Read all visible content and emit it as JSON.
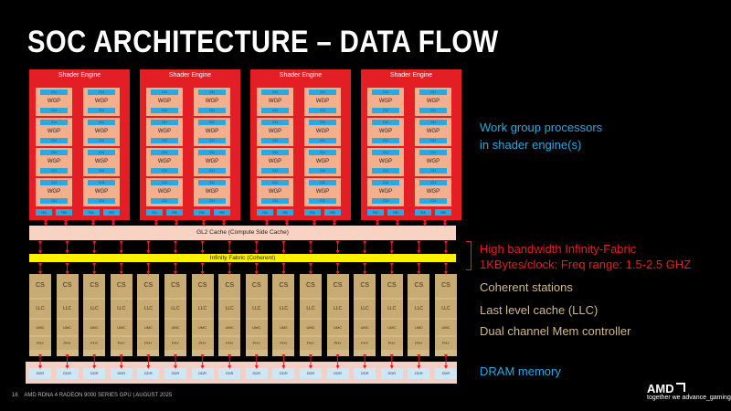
{
  "slide": {
    "title": "SOC ARCHITECTURE – DATA FLOW",
    "page_number": "16",
    "footer_text": "AMD RDNA 4 RADEON 9000 SERIES GPU | AUGUST 2025"
  },
  "brand": {
    "logo_text": "AMD",
    "tagline": "together we advance_gaming"
  },
  "shader_engines": [
    {
      "label": "Shader Engine"
    },
    {
      "label": "Shader Engine"
    },
    {
      "label": "Shader Engine"
    },
    {
      "label": "Shader Engine"
    }
  ],
  "blocks": {
    "cu_label": "CU",
    "wgp_label": "WGP",
    "ra_label": "RA",
    "rb_label": "RB",
    "gl2": "GL2 Cache (Compute Side Cache)",
    "fabric": "Infinity Fabric (Coherent)",
    "cs": "CS",
    "llc": "LLC",
    "umc": "UMC",
    "phy": "PHY",
    "ddr": "DDR"
  },
  "annotations": {
    "wgp_line1": "Work group processors",
    "wgp_line2": "in shader engine(s)",
    "fabric_line1": "High bandwidth Infinity-Fabric",
    "fabric_line2": "1KBytes/clock: Freq range: 1.5-2.5 GHZ",
    "coherent": "Coherent stations",
    "llc": "Last level cache (LLC)",
    "memctrl": "Dual channel Mem controller",
    "dram": "DRAM memory"
  },
  "colors": {
    "background": "#000000",
    "shader_engine": "#e31e24",
    "wgp": "#f4b08c",
    "cu": "#29a9e1",
    "fabric": "#fff200",
    "gl2": "#f9d3c2",
    "memory_stack": "#c8aa73",
    "annotation_blue": "#29a9e1",
    "annotation_red": "#e31e24",
    "annotation_tan": "#d2b98a"
  }
}
